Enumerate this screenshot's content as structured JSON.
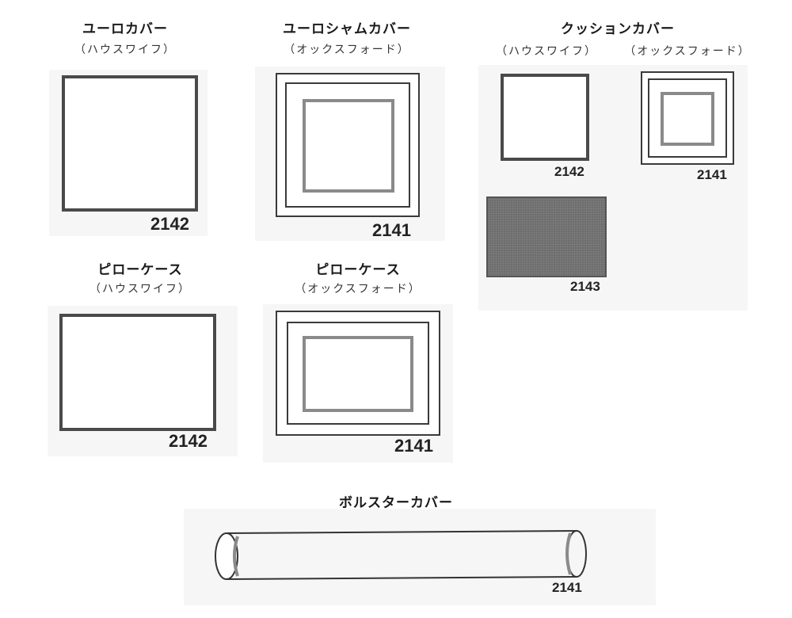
{
  "euro_cover": {
    "title": "ユーロカバー",
    "subtitle": "（ハウスワイフ）",
    "code": "2142"
  },
  "euro_sham_cover": {
    "title": "ユーロシャムカバー",
    "subtitle": "（オックスフォード）",
    "code": "2141"
  },
  "cushion_cover": {
    "title": "クッションカバー",
    "housewife_subtitle": "（ハウスワイフ）",
    "housewife_code": "2142",
    "oxford_subtitle": "（オックスフォード）",
    "oxford_code": "2141",
    "swatch_code": "2143"
  },
  "pillowcase_housewife": {
    "title": "ピローケース",
    "subtitle": "（ハウスワイフ）",
    "code": "2142"
  },
  "pillowcase_oxford": {
    "title": "ピローケース",
    "subtitle": "（オックスフォード）",
    "code": "2141"
  },
  "bolster_cover": {
    "title": "ボルスターカバー",
    "code": "2141"
  },
  "colors": {
    "outline_dark": "#4a4a4a",
    "inner_flange": "#8a8a8a",
    "swatch_gray": "#6d6d6d"
  }
}
